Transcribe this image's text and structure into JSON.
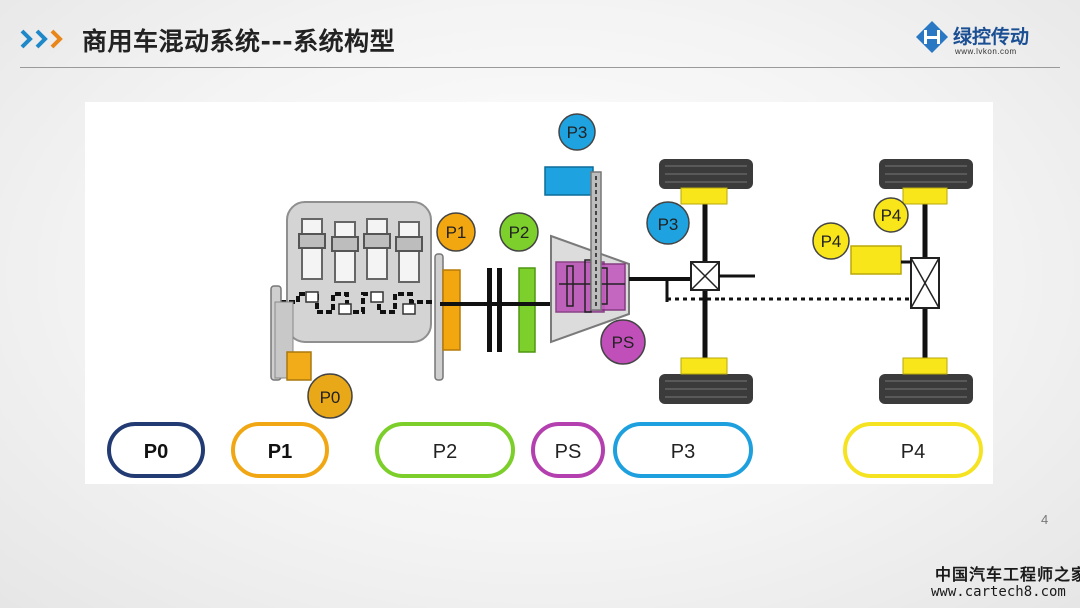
{
  "header": {
    "title": "商用车混动系统---系统构型",
    "logo_name": "绿控传动",
    "logo_url": "www.lvkon.com"
  },
  "diagram": {
    "bubbles": {
      "p0": "P0",
      "p1": "P1",
      "p2": "P2",
      "p3_top": "P3",
      "p3_side": "P3",
      "ps": "PS",
      "p4_top": "P4",
      "p4_side": "P4"
    },
    "legend": [
      "P0",
      "P1",
      "P2",
      "PS",
      "P3",
      "P4"
    ]
  },
  "colors": {
    "p0": "#e8a817",
    "p1": "#f0a713",
    "p2": "#7ccf2a",
    "ps": "#b43fae",
    "p3": "#1ea0df",
    "p4": "#f5e322",
    "p0_outline": "#223b73",
    "title_blue": "#1b4f93"
  },
  "footer": {
    "page_number": "4",
    "watermark_cn": "中国汽车工程师之家",
    "watermark_url": "www.cartech8.com"
  }
}
